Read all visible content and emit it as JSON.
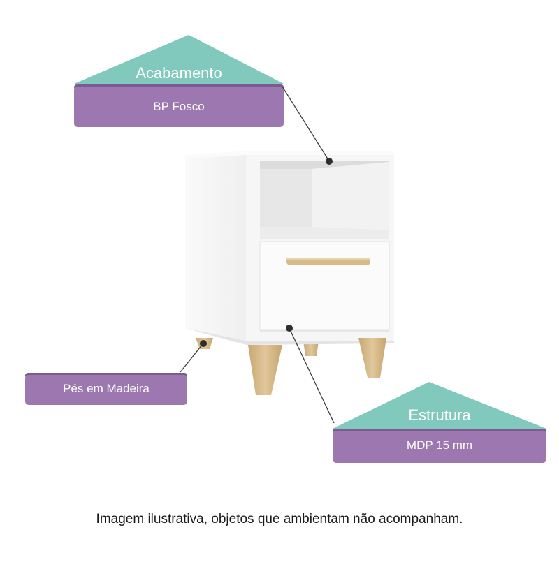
{
  "colors": {
    "teal": "#81c9bc",
    "purple": "#9d78b0",
    "purple_shadow": "#7d5a91",
    "cabinet": "#f4f4f4",
    "wood": "#d6bb8a",
    "leader": "#3c3c3c"
  },
  "callouts": {
    "finish": {
      "title": "Acabamento",
      "value": "BP Fosco"
    },
    "structure": {
      "title": "Estrutura",
      "value": "MDP 15 mm"
    },
    "feet": {
      "value": "Pés em Madeira"
    }
  },
  "caption": "Imagem ilustrativa, objetos que ambientam não acompanham."
}
